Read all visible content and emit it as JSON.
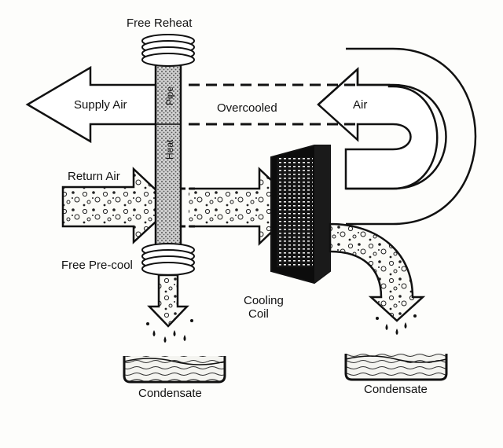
{
  "labels": {
    "free_reheat": "Free Reheat",
    "supply_air": "Supply Air",
    "overcooled": "Overcooled",
    "air": "Air",
    "return_air": "Return Air",
    "free_precool": "Free Pre-cool",
    "cooling_coil_line1": "Cooling",
    "cooling_coil_line2": "Coil",
    "condensate_left": "Condensate",
    "condensate_right": "Condensate",
    "pipe_text_top": "Pipe",
    "pipe_text_bottom": "Heat"
  }
}
